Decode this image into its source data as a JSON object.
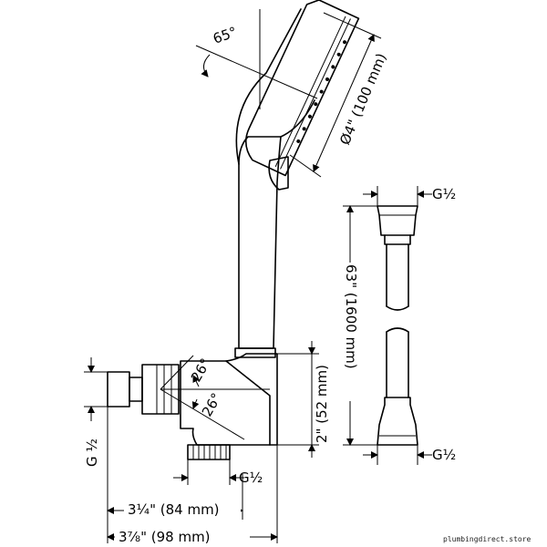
{
  "labels": {
    "angle_head": "65°",
    "diameter_head": "Ø4\" (100 mm)",
    "thread_top": "G½",
    "hose_length": "63\" (1600 mm)",
    "thread_bottom": "G½",
    "angle_upper": "26°",
    "angle_lower": "26°",
    "height_outlet": "2\" (52 mm)",
    "thread_left": "G ½",
    "thread_outlet": "G½",
    "width_inner": "3¼\" (84 mm)",
    "width_outer": "3⅞\" (98 mm)"
  },
  "watermark": "plumbingdirect.store"
}
